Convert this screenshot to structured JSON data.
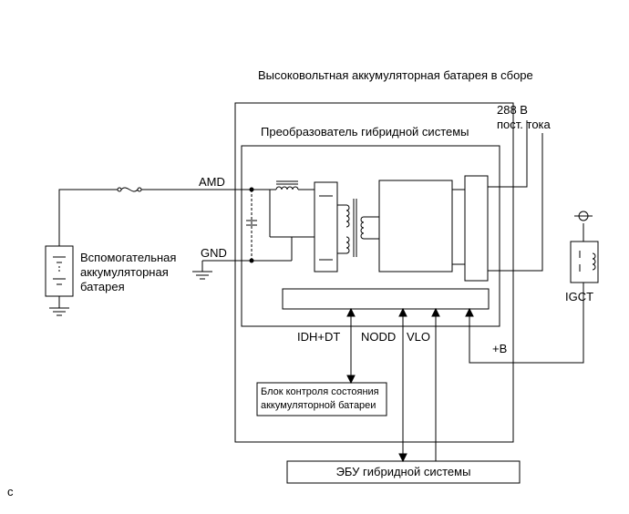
{
  "diagram": {
    "assembly_title": "Высоковольтная аккумуляторная батарея в сборе",
    "converter_title": "Преобразователь гибридной системы",
    "voltage_line1": "288 В",
    "voltage_line2": "пост. тока",
    "amd_label": "AMD",
    "gnd_label": "GND",
    "aux_battery_line1": "Вспомогательная",
    "aux_battery_line2": "аккумуляторная",
    "aux_battery_line3": "батарея",
    "igct_label": "IGCT",
    "idh_label": "IDH+DT",
    "nodd_label": "NODD",
    "vlo_label": "VLO",
    "plus_b_label": "+B",
    "monitor_line1": "Блок контроля состояния",
    "monitor_line2": "аккумуляторной батареи",
    "ecu_label": "ЭБУ гибридной системы",
    "corner_mark": "c"
  },
  "colors": {
    "line": "#000000",
    "background": "#ffffff"
  }
}
